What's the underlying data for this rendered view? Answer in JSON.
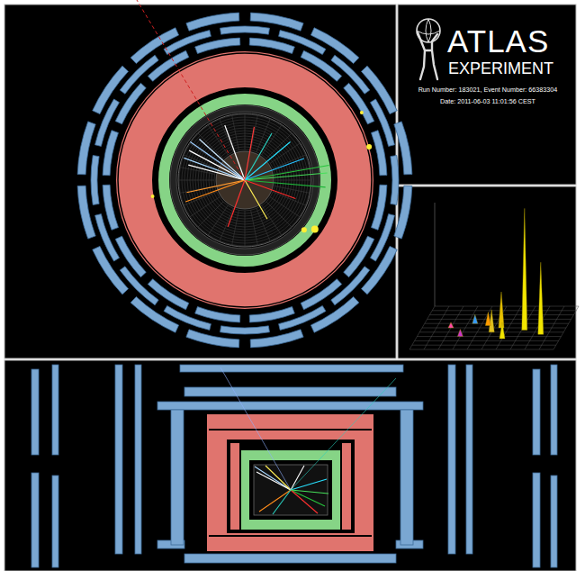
{
  "diagram": {
    "labels": [
      "ATLAS",
      "EXPERIMENT",
      "Run Number: 183021, Event Number: 66383304",
      "Date: 2011-06-03 11:01:56 CEST"
    ]
  }
}
